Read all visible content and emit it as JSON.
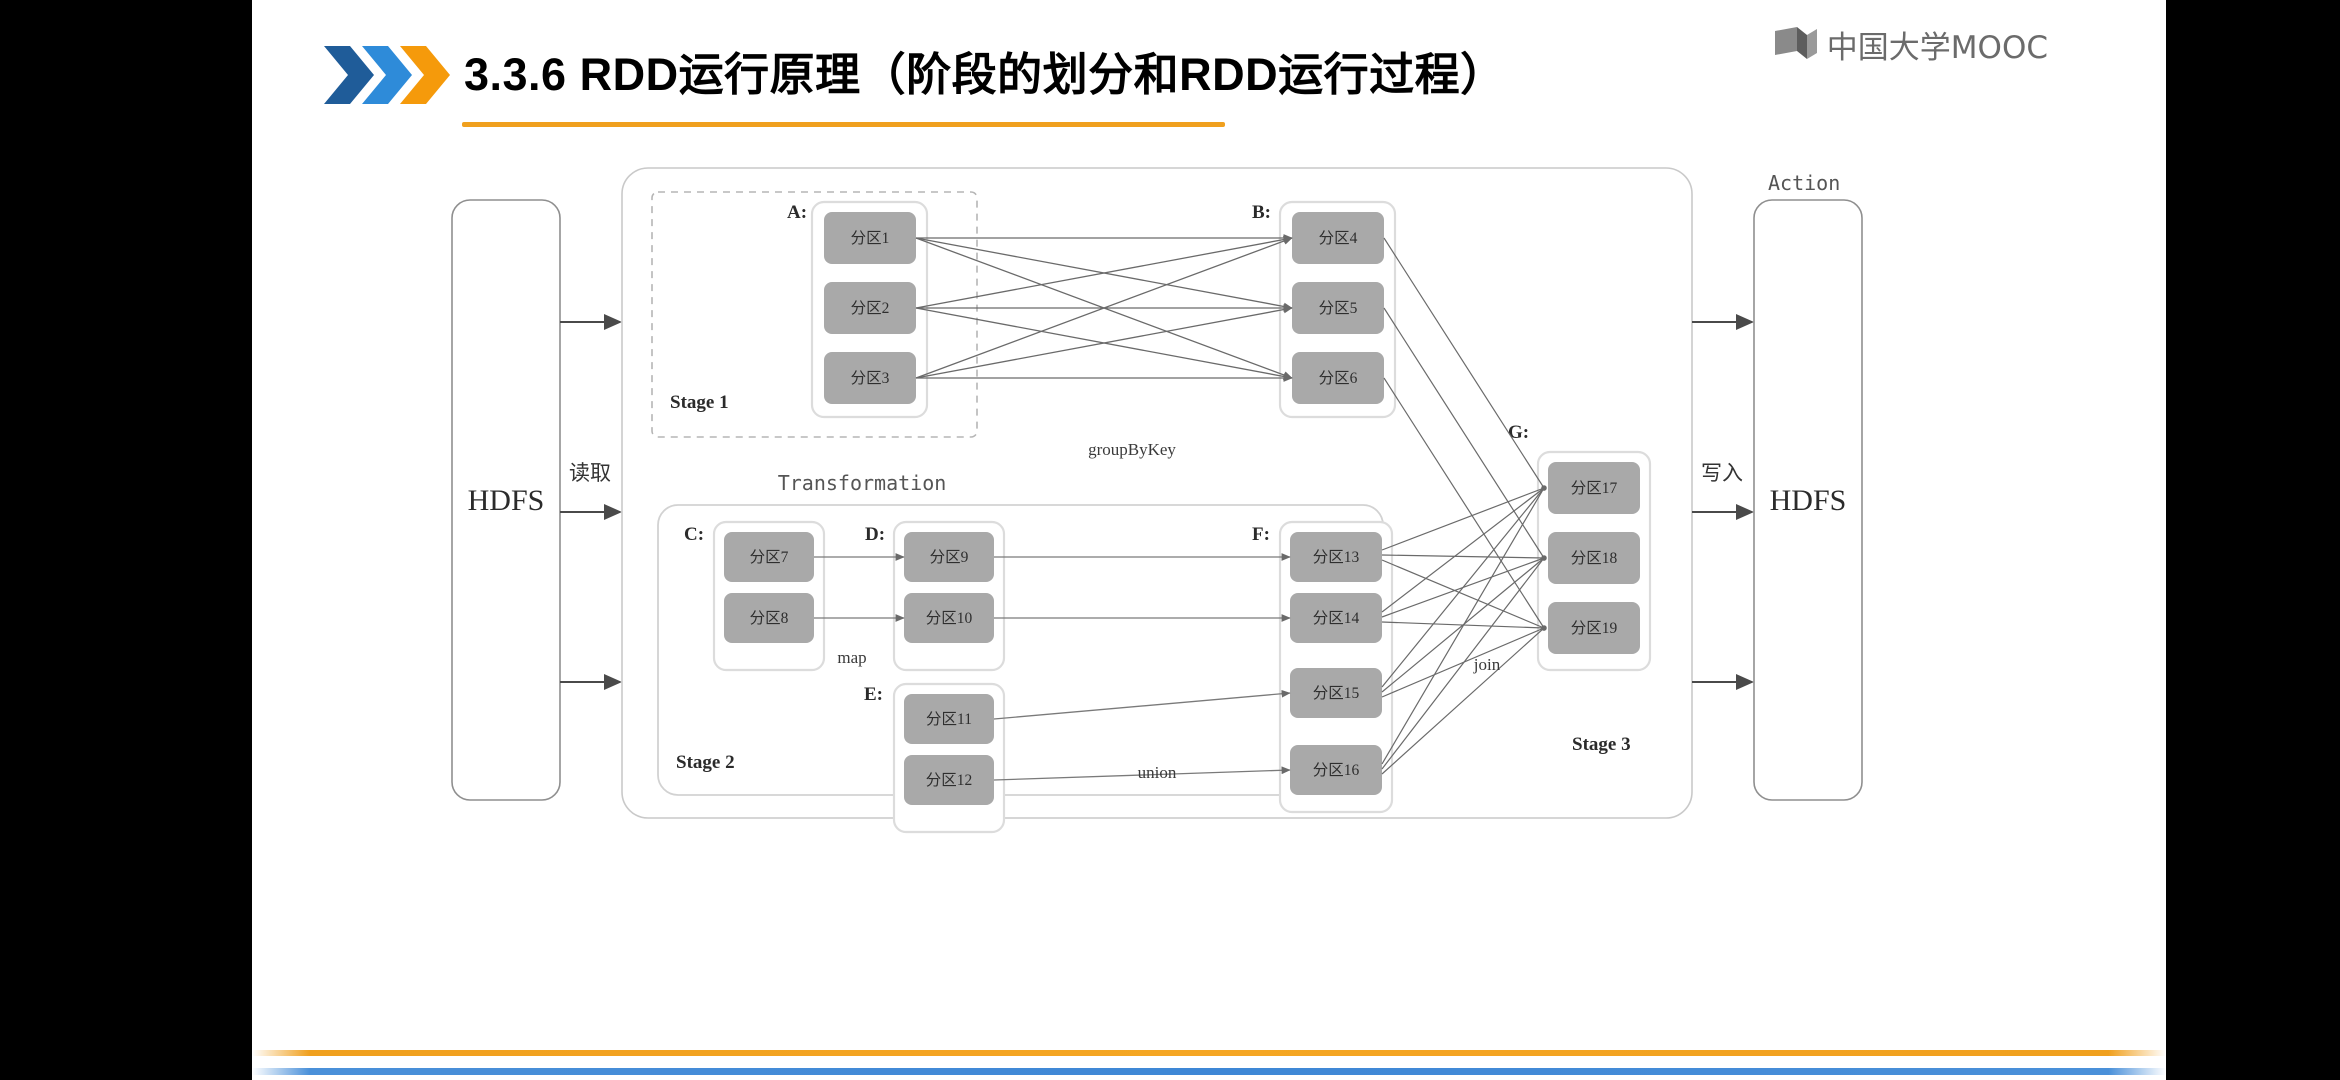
{
  "slide": {
    "title": "3.3.6  RDD运行原理（阶段的划分和RDD运行过程）",
    "brand": "中国大学MOOC",
    "accent_orange": "#F0A01E",
    "accent_blue": "#3E87D6",
    "chevron_colors": [
      "#1F5C99",
      "#2E8BD9",
      "#F59A0B"
    ]
  },
  "diagram": {
    "source_store": "HDFS",
    "sink_store": "HDFS",
    "read_label": "读取",
    "write_label": "写入",
    "action_label": "Action",
    "transformation_label": "Transformation",
    "stages": [
      {
        "id": "stage1",
        "label": "Stage 1"
      },
      {
        "id": "stage2",
        "label": "Stage 2"
      },
      {
        "id": "stage3",
        "label": "Stage 3"
      }
    ],
    "operations": [
      {
        "id": "groupByKey",
        "label": "groupByKey"
      },
      {
        "id": "map",
        "label": "map"
      },
      {
        "id": "union",
        "label": "union"
      },
      {
        "id": "join",
        "label": "join"
      }
    ],
    "rdds": [
      {
        "id": "A",
        "label": "A:",
        "partitions": [
          "分区1",
          "分区2",
          "分区3"
        ]
      },
      {
        "id": "B",
        "label": "B:",
        "partitions": [
          "分区4",
          "分区5",
          "分区6"
        ]
      },
      {
        "id": "C",
        "label": "C:",
        "partitions": [
          "分区7",
          "分区8"
        ]
      },
      {
        "id": "D",
        "label": "D:",
        "partitions": [
          "分区9",
          "分区10"
        ]
      },
      {
        "id": "E",
        "label": "E:",
        "partitions": [
          "分区11",
          "分区12"
        ]
      },
      {
        "id": "F",
        "label": "F:",
        "partitions": [
          "分区13",
          "分区14",
          "分区15",
          "分区16"
        ]
      },
      {
        "id": "G",
        "label": "G:",
        "partitions": [
          "分区17",
          "分区18",
          "分区19"
        ]
      }
    ]
  }
}
